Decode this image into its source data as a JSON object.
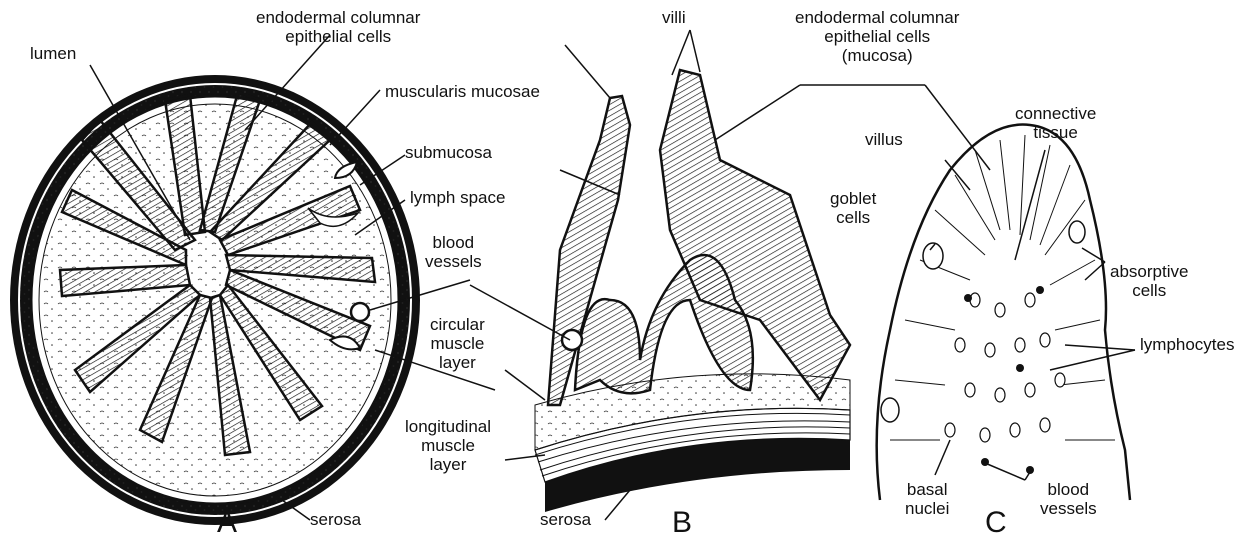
{
  "panels": {
    "a": "A",
    "b": "B",
    "c": "C"
  },
  "labels": {
    "lumen": "lumen",
    "endodermal_a": [
      "endodermal columnar",
      "epithelial cells"
    ],
    "muscularis_mucosae": "muscularis mucosae",
    "submucosa": "submucosa",
    "lymph_space": "lymph   space",
    "blood_vessels_a": [
      "blood",
      "vessels"
    ],
    "circular_muscle": [
      "circular",
      "muscle",
      "layer"
    ],
    "longitudinal_muscle": [
      "longitudinal",
      "muscle",
      "layer"
    ],
    "serosa_a": "serosa",
    "villi": "villi",
    "serosa_b": "serosa",
    "endodermal_c": [
      "endodermal   columnar",
      "epithelial   cells",
      "(mucosa)"
    ],
    "connective_tissue": [
      "connective",
      "tissue"
    ],
    "villus": "villus",
    "goblet_cells": [
      "goblet",
      "cells"
    ],
    "absorptive_cells": [
      "absorptive",
      "cells"
    ],
    "lymphocytes": "lymphocytes",
    "basal_nuclei": [
      "basal",
      "nuclei"
    ],
    "blood_vessels_c": [
      "blood",
      "vessels"
    ]
  }
}
